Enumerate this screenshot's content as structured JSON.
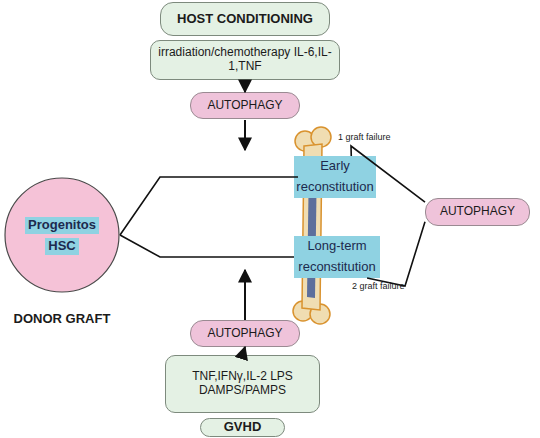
{
  "diagram": {
    "nodes": [
      {
        "text": [
          "HOST CONDITIONING"
        ]
      },
      {
        "text": [
          "irradiation/chemotherapy IL-6,IL-1,TNF"
        ]
      },
      {
        "text": [
          "AUTOPHAGY"
        ]
      },
      {
        "text": [
          "DONOR GRAFT"
        ]
      },
      {
        "text": [
          "Progenitos",
          "HSC"
        ],
        "in": 3
      },
      {
        "text": [
          "Early reconstitution"
        ]
      },
      {
        "text": [
          "Long-term reconstitution"
        ]
      },
      {
        "text": [
          "AUTOPHAGY"
        ]
      },
      {
        "text": [
          "AUTOPHAGY"
        ]
      },
      {
        "text": [
          "TNF,IFNγ,IL-2 LPS DAMPS/PAMPS"
        ]
      },
      {
        "text": [
          "GVHD"
        ]
      }
    ],
    "edges": [
      {
        "from": 1,
        "to": 2,
        "arrow": "to"
      },
      {
        "from": 3,
        "to": 5,
        "arrow": "none"
      },
      {
        "from": 3,
        "to": 6,
        "arrow": "none"
      },
      {
        "from": 5,
        "to": 7,
        "label": "1 graft failure",
        "arrow": "none"
      },
      {
        "from": 6,
        "to": 7,
        "label": "2 graft failure",
        "arrow": "none"
      },
      {
        "from": 9,
        "to": 8,
        "arrow": "to"
      }
    ]
  }
}
